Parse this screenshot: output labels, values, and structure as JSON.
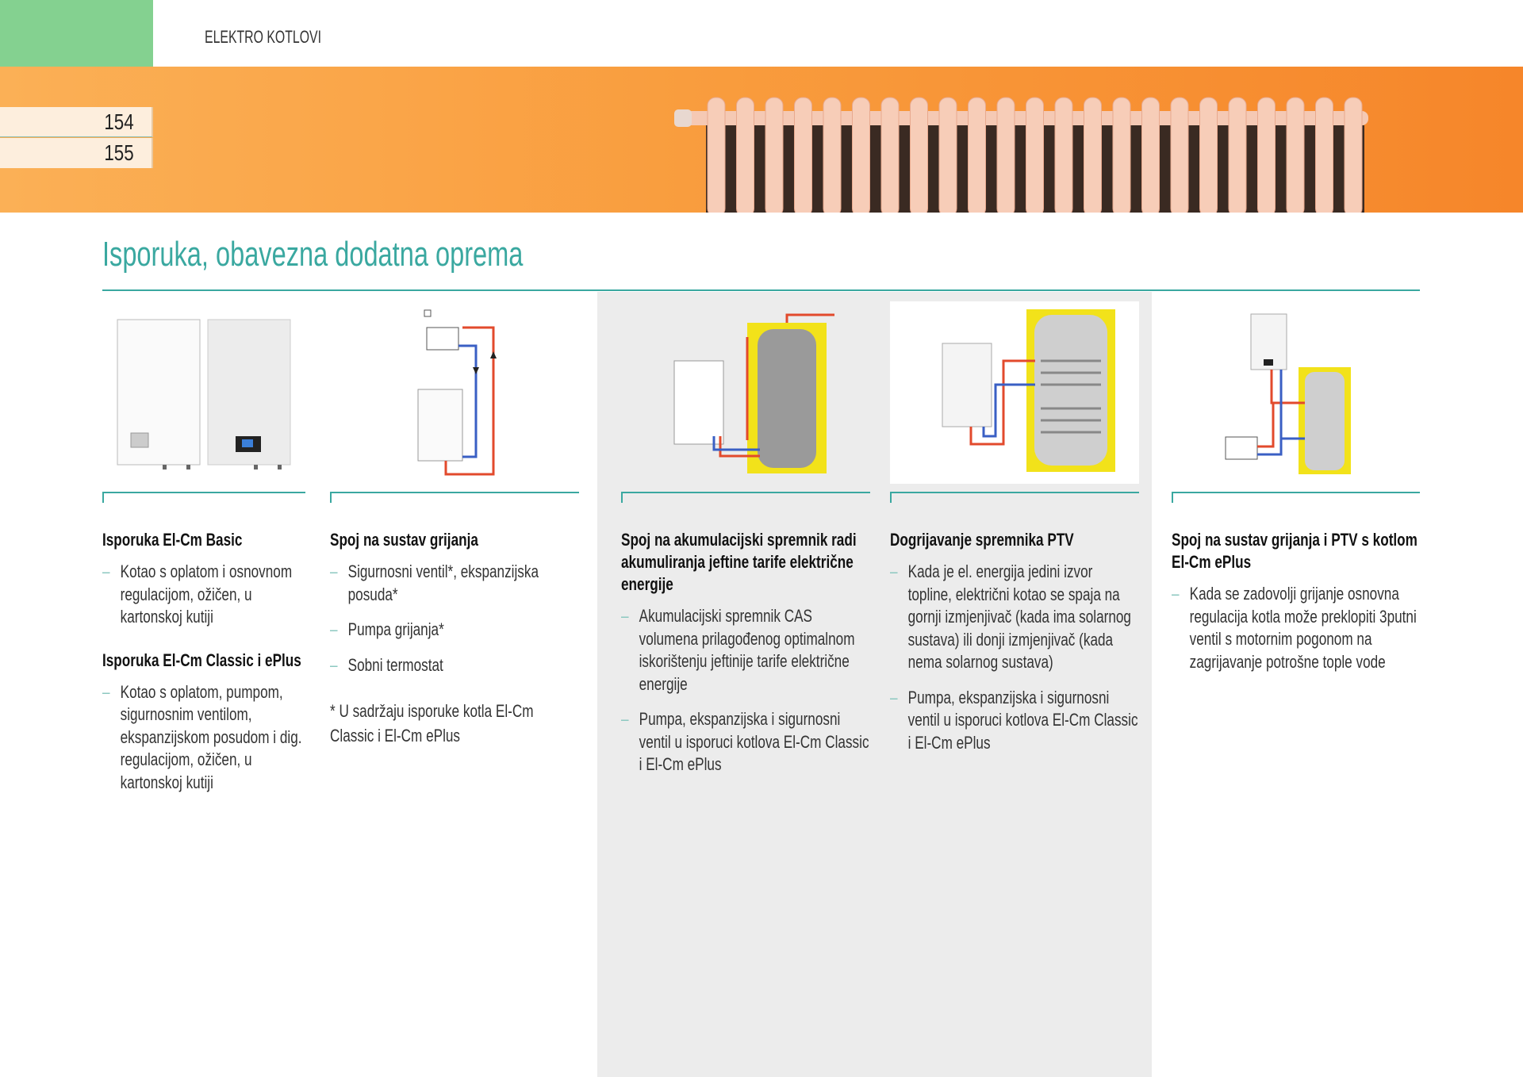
{
  "header": {
    "section": "ELEKTRO KOTLOVI",
    "pages": [
      "154",
      "155"
    ]
  },
  "title": "Isporuka, obavezna dodatna oprema",
  "columns": [
    {
      "blocks": [
        {
          "heading": "Isporuka El-Cm Basic",
          "items": [
            "Kotao s oplatom i osnovnom regulacijom, ožičen, u kartonskoj kutiji"
          ]
        },
        {
          "heading": "Isporuka El-Cm Classic i ePlus",
          "items": [
            "Kotao s oplatom, pumpom, sigurnosnim ventilom, ekspanzijskom posudom i dig. regulacijom, ožičen, u kartonskoj kutiji"
          ]
        }
      ]
    },
    {
      "blocks": [
        {
          "heading": "Spoj na sustav grijanja",
          "items": [
            "Sigurnosni ventil*, ekspanzijska posuda*",
            "Pumpa grijanja*",
            "Sobni termostat"
          ]
        }
      ],
      "note": "* U sadržaju isporuke kotla El-Cm Classic i El-Cm ePlus"
    },
    {
      "blocks": [
        {
          "heading": "Spoj na akumulacijski spremnik radi akumuliranja jeftine tarife električne energije",
          "items": [
            "Akumulacijski spremnik CAS volumena prilagođenog optimalnom iskorištenju jeftinije tarife električne energije",
            "Pumpa, ekspanzijska i sigurnosni ventil u isporuci kotlova El-Cm Classic i El-Cm ePlus"
          ]
        }
      ]
    },
    {
      "blocks": [
        {
          "heading": "Dogrijavanje spremnika PTV",
          "items": [
            "Kada je el. energija jedini izvor topline, električni kotao se spaja na gornji izmjenjivač (kada ima solarnog sustava) ili donji izmjenjivač (kada nema solarnog sustava)",
            "Pumpa, ekspanzijska i sigurnosni ventil u isporuci kotlova El-Cm Classic i El-Cm ePlus"
          ]
        }
      ]
    },
    {
      "blocks": [
        {
          "heading": "Spoj na sustav grijanja i PTV s kotlom El-Cm ePlus",
          "items": [
            "Kada se zadovolji grijanje osnovna regulacija kotla može preklopiti 3putni ventil s motornim pogonom na zagrijavanje potrošne tople vode"
          ]
        }
      ]
    }
  ],
  "dash": "–",
  "colors": {
    "teal": "#3aa8a0",
    "green": "#84d190",
    "orange": "#f99d3e",
    "panel": "#ececec"
  }
}
